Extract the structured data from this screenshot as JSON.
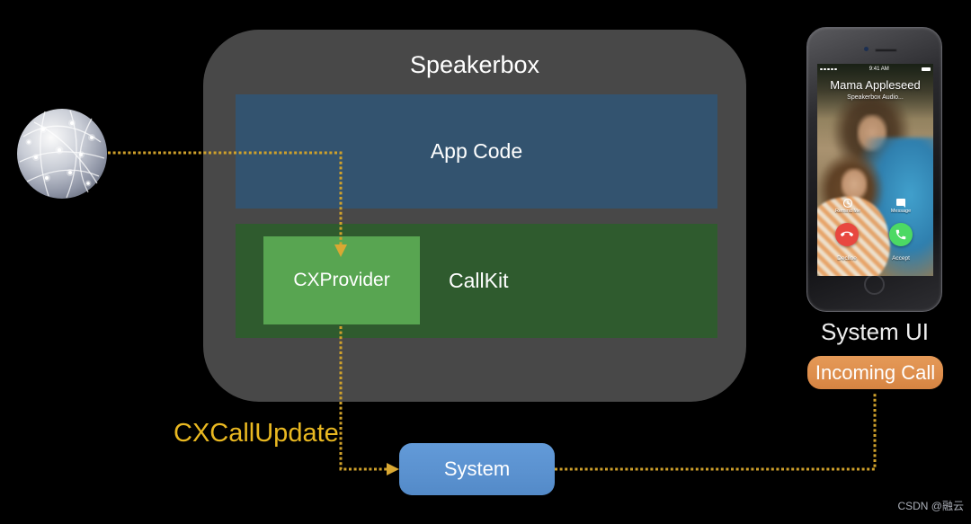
{
  "diagram": {
    "title": "Speakerbox",
    "app_code": "App Code",
    "callkit": "CallKit",
    "cxprovider": "CXProvider",
    "cxcallupdate": "CXCallUpdate",
    "system": "System"
  },
  "system_ui": {
    "title": "System UI",
    "badge": "Incoming Call"
  },
  "phone": {
    "status": {
      "time": "9:41 AM"
    },
    "caller_name": "Mama Appleseed",
    "call_source": "Speakerbox Audio...",
    "actions": {
      "remind_me": "Remind Me",
      "message": "Message",
      "decline": "Decline",
      "accept": "Accept"
    }
  },
  "watermark": {
    "text": "CSDN @融云"
  },
  "icons": {
    "globe": "network-globe-icon",
    "remind_me": "clock-icon",
    "message": "chat-bubble-icon",
    "decline": "phone-hangup-icon",
    "accept": "phone-icon"
  },
  "colors": {
    "background": "#000000",
    "container": "#484848",
    "app_code_box": "#33536F",
    "callkit_box": "#2F5B2E",
    "cxprovider_box": "#58A551",
    "system_box": "#5B92D0",
    "incoming_call_badge": "#DD8D4B",
    "arrow_gold": "#CFA12B",
    "cxcallupdate_text": "#E9B821",
    "decline_red": "#E8473F",
    "accept_green": "#4CD964"
  }
}
